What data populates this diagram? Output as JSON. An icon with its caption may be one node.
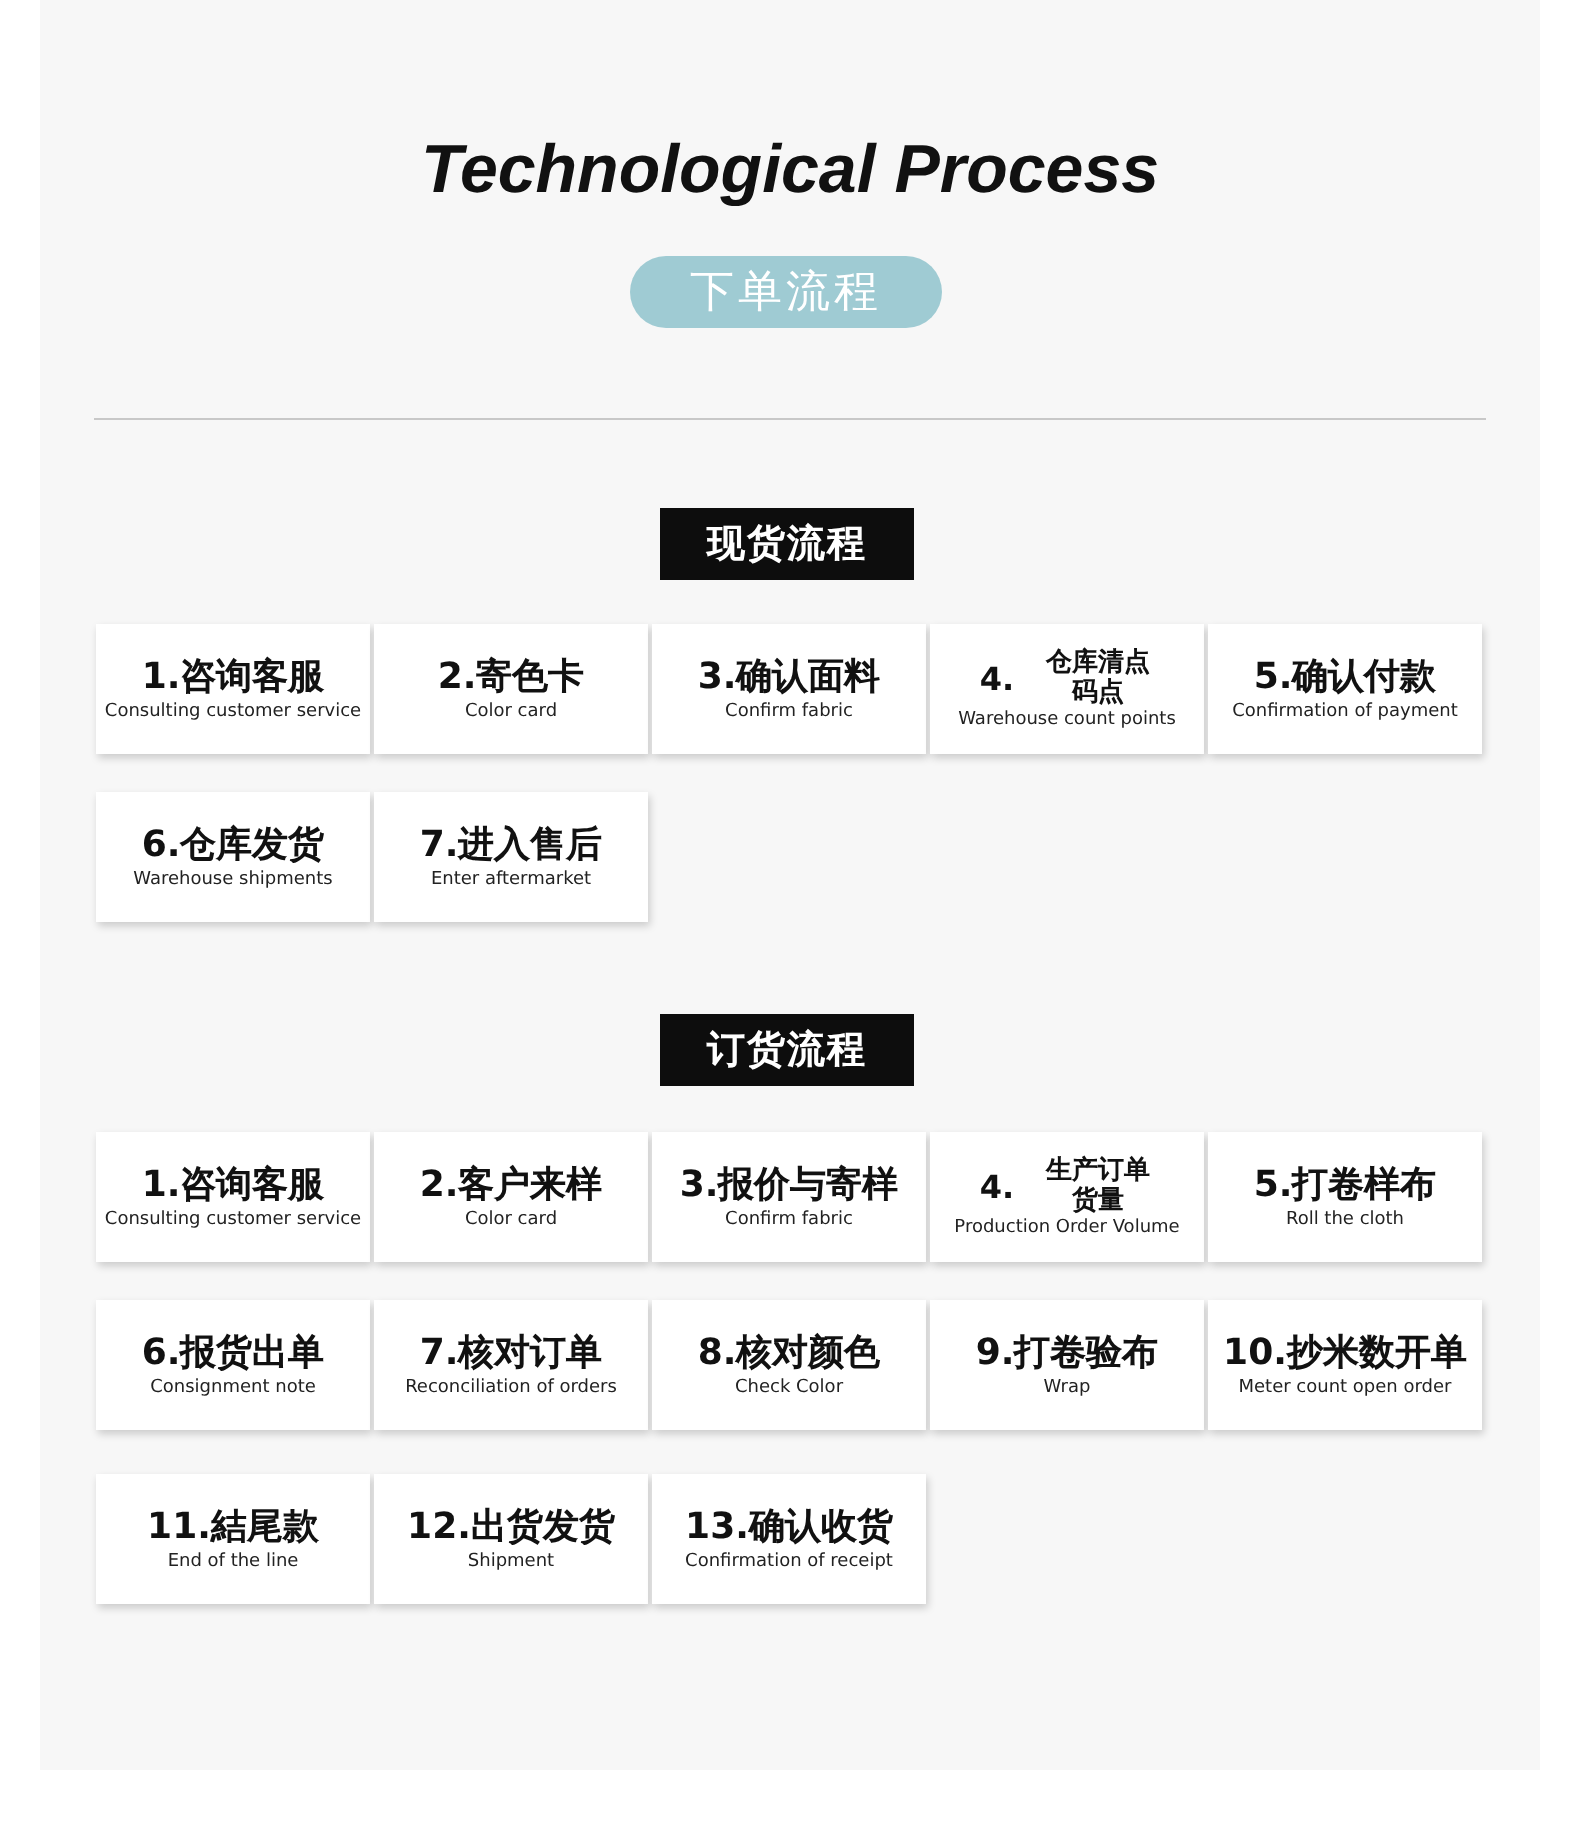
{
  "diagram": {
    "title": "Technological Process",
    "nodes": [
      {
        "text": [
          "下单流程"
        ]
      },
      {
        "text": [
          "现货流程"
        ]
      },
      {
        "text": [
          "1.咨询客服",
          "Consulting customer service"
        ]
      },
      {
        "text": [
          "2.寄色卡",
          "Color card"
        ]
      },
      {
        "text": [
          "3.确认面料",
          "Confirm fabric"
        ]
      },
      {
        "text": [
          "4.",
          "仓库清点码点",
          "Warehouse count points"
        ]
      },
      {
        "text": [
          "5.确认付款",
          "Confirmation of payment"
        ]
      },
      {
        "text": [
          "6.仓库发货",
          "Warehouse shipments"
        ]
      },
      {
        "text": [
          "7.进入售后",
          "Enter aftermarket"
        ]
      },
      {
        "text": [
          "订货流程"
        ]
      },
      {
        "text": [
          "1.咨询客服",
          "Consulting customer service"
        ]
      },
      {
        "text": [
          "2.客户来样",
          "Color card"
        ]
      },
      {
        "text": [
          "3.报价与寄样",
          "Confirm fabric"
        ]
      },
      {
        "text": [
          "4.",
          "生产订单货量",
          "Production Order Volume"
        ]
      },
      {
        "text": [
          "5.打卷样布",
          "Roll the cloth"
        ]
      },
      {
        "text": [
          "6.报货出单",
          "Consignment note"
        ]
      },
      {
        "text": [
          "7.核对订单",
          "Reconciliation of orders"
        ]
      },
      {
        "text": [
          "8.核对颜色",
          "Check Color"
        ]
      },
      {
        "text": [
          "9.打卷验布",
          "Wrap"
        ]
      },
      {
        "text": [
          "10.抄米数开单",
          "Meter count open order"
        ]
      },
      {
        "text": [
          "11.結尾款",
          "End of the line"
        ]
      },
      {
        "text": [
          "12.出货发货",
          "Shipment"
        ]
      },
      {
        "text": [
          "13.确认收货",
          "Confirmation of receipt"
        ]
      }
    ]
  }
}
